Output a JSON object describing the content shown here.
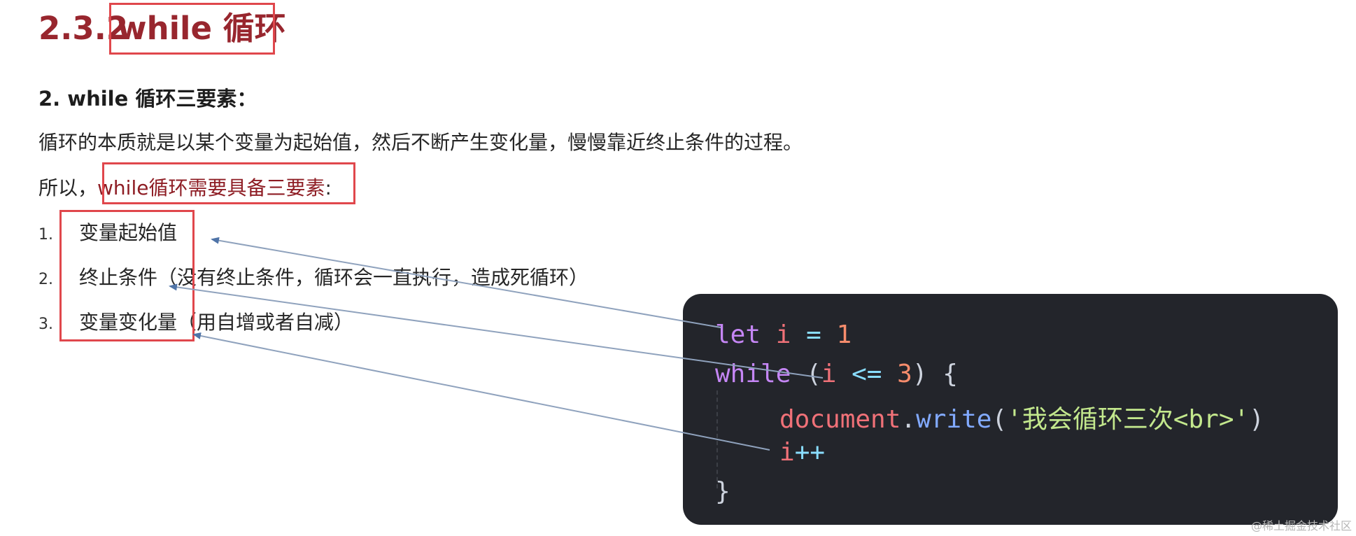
{
  "title": {
    "number": "2.3.2",
    "text": "while 循环"
  },
  "subheading": "2. while 循环三要素：",
  "paragraph1": "循环的本质就是以某个变量为起始值，然后不断产生变化量，慢慢靠近终止条件的过程。",
  "paragraph2": {
    "prefix": "所以，",
    "highlight": "while循环需要具备三要素",
    "suffix": ":"
  },
  "list": [
    {
      "num": "1.",
      "text": "变量起始值",
      "note": ""
    },
    {
      "num": "2.",
      "text": "终止条件",
      "note": "（没有终止条件，循环会一直执行，造成死循环）"
    },
    {
      "num": "3.",
      "text": "变量变化量",
      "note": "（用自增或者自减）"
    }
  ],
  "code": {
    "line1": {
      "kw": "let",
      "var": "i",
      "op": "=",
      "val": "1"
    },
    "line2": {
      "kw": "while",
      "open": "(",
      "var": "i",
      "op": "<=",
      "val": "3",
      "close": ")",
      "brace": "{"
    },
    "line3": {
      "obj": "document",
      "dot": ".",
      "fn": "write",
      "open": "(",
      "str": "'我会循环三次<br>'",
      "close": ")"
    },
    "line4": {
      "var": "i",
      "op": "++"
    },
    "line5": {
      "brace": "}"
    }
  },
  "colors": {
    "title": "#98262e",
    "highlight_box": "#e0474c",
    "code_bg": "#23252b",
    "arrow": "#6f86a6"
  },
  "watermark": "@稀土掘金技术社区"
}
